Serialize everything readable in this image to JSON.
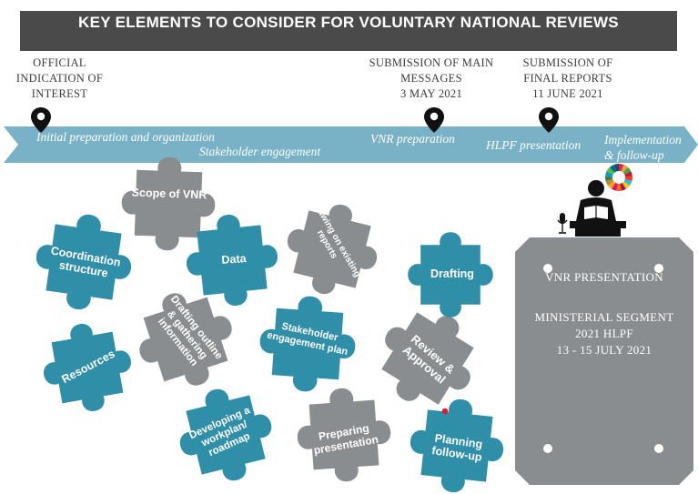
{
  "title": "KEY ELEMENTS TO CONSIDER FOR VOLUNTARY NATIONAL REVIEWS",
  "milestones": [
    {
      "lines": [
        "OFFICIAL",
        "INDICATION OF",
        "INTEREST"
      ]
    },
    {
      "lines": [
        "SUBMISSION OF MAIN",
        "MESSAGES",
        "3 MAY 2021"
      ]
    },
    {
      "lines": [
        "SUBMISSION OF",
        "FINAL REPORTS",
        "11 JUNE 2021"
      ]
    }
  ],
  "timeline_phases": [
    "Initial preparation and organization",
    "Stakeholder engagement",
    "VNR preparation",
    "HLPF presentation",
    "Implementation",
    "& follow-up"
  ],
  "puzzle_pieces": [
    "Scope of VNR",
    "Coordination\nstructure",
    "Data",
    "Drawing on existing\nreports",
    "Drafting",
    "Drafting outline\n& gathering\ninformation",
    "Stakeholder\nengagement plan",
    "Resources",
    "Review &\nApproval",
    "Developing a\nworkplan/\nroadmap",
    "Preparing\npresentation",
    "Planning\nfollow-up"
  ],
  "vnr_card": {
    "heading": "VNR PRESENTATION",
    "line1": "MINISTERIAL SEGMENT",
    "line2": "2021 HLPF",
    "line3": "13 - 15 JULY 2021"
  },
  "colors": {
    "title_bg": "#4a4a4a",
    "timeline": "#79b2c6",
    "piece_teal": "#2f8ea8",
    "piece_gray": "#8a8d90",
    "card": "#8a8d90",
    "accent_dot": "#d2232a"
  },
  "icons": [
    "map-pin-icon",
    "speaker-at-podium-icon",
    "sdg-wheel-icon",
    "microphone-icon"
  ]
}
